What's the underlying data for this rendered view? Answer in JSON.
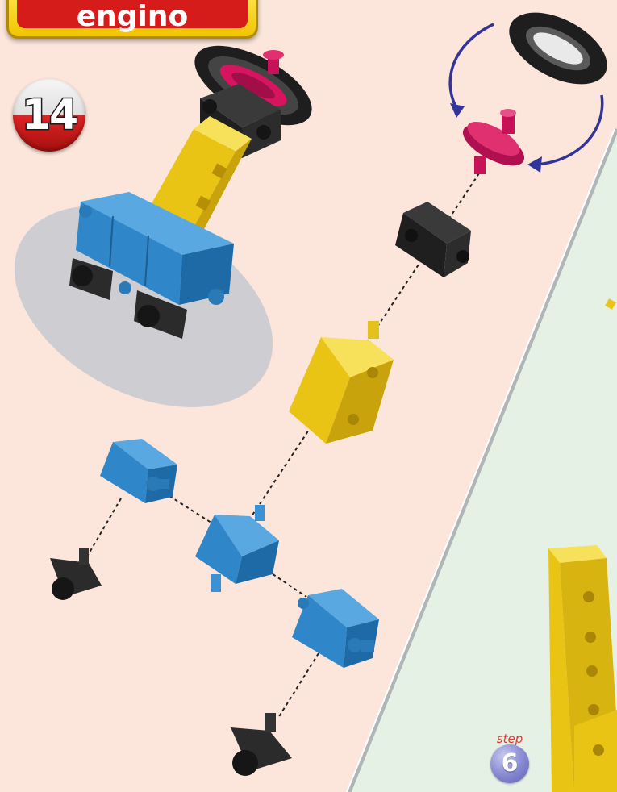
{
  "logo": {
    "text": "engino"
  },
  "badge": {
    "number": "14"
  },
  "step": {
    "label": "step",
    "number": "6"
  },
  "colors": {
    "background_left": "#fce6dc",
    "background_right": "#e6f1e6",
    "yellow_part": "#f3d21c",
    "blue_part": "#2f86c9",
    "black_part": "#262626",
    "pink_pulley": "#d6145f",
    "arrow": "#33339c",
    "shadow": "#c9cbd0"
  },
  "icons": {
    "rotate_arrows": "curved-arrow-icon",
    "tyre": "tyre-icon",
    "pulley": "pulley-icon",
    "caster": "caster-wheel-icon"
  }
}
